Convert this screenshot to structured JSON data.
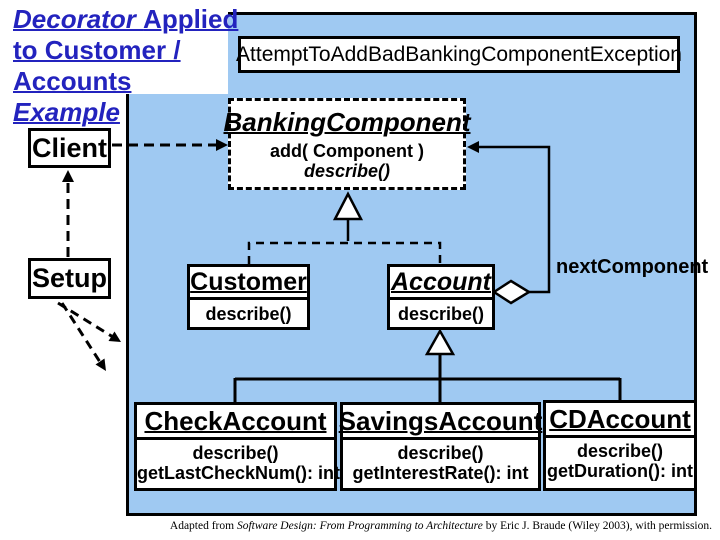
{
  "title": {
    "lines": [
      {
        "segments": [
          {
            "text": "Decorator ",
            "italic": true
          },
          {
            "text": "Applied",
            "italic": false
          }
        ]
      },
      {
        "segments": [
          {
            "text": "to Customer /",
            "italic": false
          }
        ]
      },
      {
        "segments": [
          {
            "text": "Accounts",
            "italic": false
          }
        ]
      },
      {
        "segments": [
          {
            "text": "Example",
            "italic": true
          }
        ]
      }
    ]
  },
  "exception_box": {
    "label": "AttemptToAddBadBankingComponentException"
  },
  "actors": {
    "client": "Client",
    "setup": "Setup"
  },
  "classes": {
    "banking_component": {
      "name": "BankingComponent",
      "abstract": true,
      "methods": [
        {
          "text": "add( Component )",
          "italic": false
        },
        {
          "text": "describe()",
          "italic": true
        }
      ]
    },
    "customer": {
      "name": "Customer",
      "abstract": false,
      "methods": [
        "describe()"
      ]
    },
    "account": {
      "name": "Account",
      "abstract": true,
      "methods": [
        "describe()"
      ]
    },
    "check_account": {
      "name": "CheckAccount",
      "methods": [
        "describe()",
        "getLastCheckNum(): int"
      ]
    },
    "savings_account": {
      "name": "SavingsAccount",
      "methods": [
        "describe()",
        "getInterestRate(): int"
      ]
    },
    "cd_account": {
      "name": "CDAccount",
      "methods": [
        "describe()",
        "getDuration(): int"
      ]
    }
  },
  "labels": {
    "next_component": "nextComponent"
  },
  "caption": {
    "prefix": "Adapted from ",
    "book_title": "Software Design: From Programming to Architecture",
    "suffix": " by Eric J. Braude (Wiley 2003), with permission."
  },
  "colors": {
    "diagram_bg": "#9fc9f2",
    "title_text": "#2323be",
    "box_bg": "#ffffff",
    "line": "#000000"
  }
}
